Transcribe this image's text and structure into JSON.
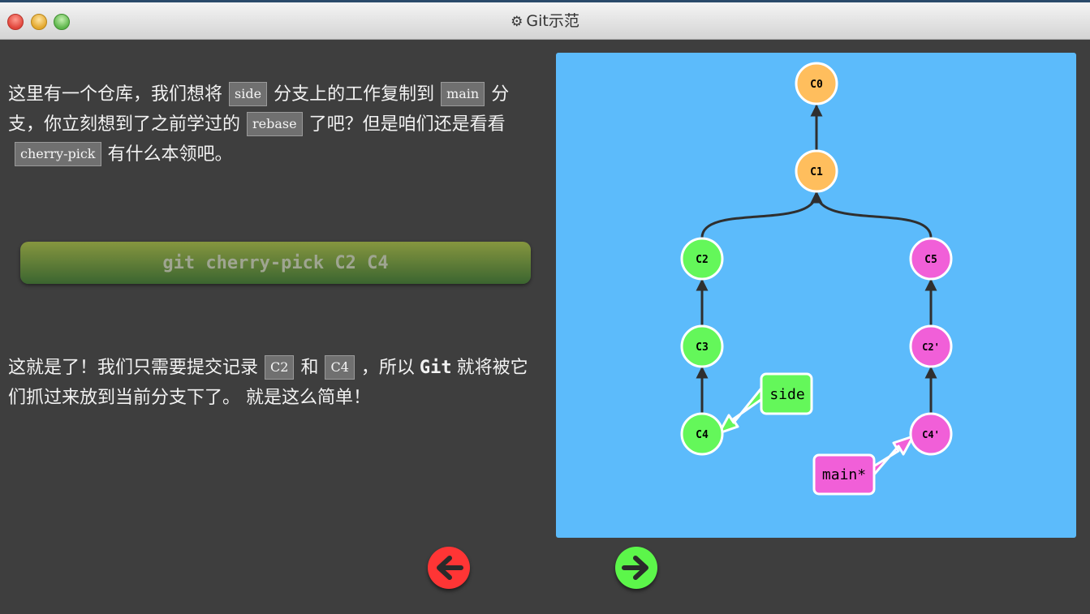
{
  "window": {
    "title": "Git示范",
    "title_icon": "gear-icon"
  },
  "intro": {
    "t1": "这里有一个仓库，我们想将",
    "code_side": "side",
    "t2": "分支上的工作复制到",
    "code_main": "main",
    "t3": "分支，你立刻想到了之前学过的",
    "code_rebase": "rebase",
    "t4": "了吧？但是咱们还是看看",
    "code_cherry": "cherry-pick",
    "t5": "有什么本领吧。"
  },
  "command_button": {
    "label": "git cherry-pick C2 C4"
  },
  "explanation": {
    "t1": "这就是了！我们只需要提交记录",
    "code_c2": "C2",
    "t2": "和",
    "code_c4": "C4",
    "t3": "，所以",
    "git": "Git",
    "t4": "就将被它们抓过来放到当前分支下了。 就是这么简单！"
  },
  "graph": {
    "colors": {
      "background": "#5cbbfb",
      "orange": "#ffbe5d",
      "green": "#64f75a",
      "pink": "#f15fd8",
      "edge": "#2f2f2f"
    },
    "commits": [
      {
        "id": "C0",
        "color": "orange"
      },
      {
        "id": "C1",
        "color": "orange"
      },
      {
        "id": "C2",
        "color": "green"
      },
      {
        "id": "C3",
        "color": "green"
      },
      {
        "id": "C4",
        "color": "green"
      },
      {
        "id": "C5",
        "color": "pink"
      },
      {
        "id": "C2'",
        "color": "pink"
      },
      {
        "id": "C4'",
        "color": "pink"
      }
    ],
    "branches": [
      {
        "name": "side",
        "target": "C4",
        "color": "green"
      },
      {
        "name": "main*",
        "target": "C4'",
        "color": "pink"
      }
    ]
  },
  "nav": {
    "back_icon": "arrow-left-icon",
    "forward_icon": "arrow-right-icon"
  }
}
